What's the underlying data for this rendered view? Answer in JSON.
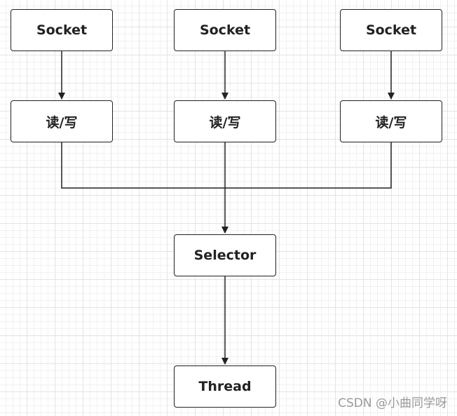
{
  "nodes": {
    "socket_1": "Socket",
    "socket_2": "Socket",
    "socket_3": "Socket",
    "rw_1": "读/写",
    "rw_2": "读/写",
    "rw_3": "读/写",
    "selector": "Selector",
    "thread": "Thread"
  },
  "watermark": "CSDN @小曲同学呀",
  "colors": {
    "stroke": "#222222",
    "node_fill": "#ffffff",
    "grid": "#e3e3e3",
    "watermark": "#9a9a9a"
  }
}
